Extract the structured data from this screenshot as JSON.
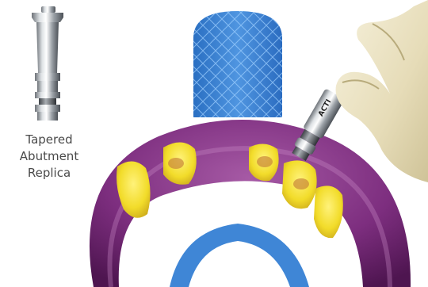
{
  "label": {
    "line1": "Tapered",
    "line2": "Abutment",
    "line3": "Replica"
  },
  "replica_marking": "ACTI"
}
